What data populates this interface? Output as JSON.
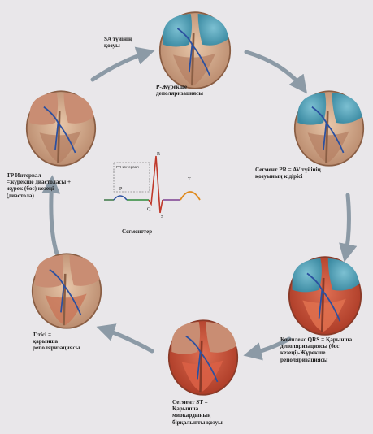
{
  "colors": {
    "background": "#e9e7ea",
    "atria_blue": "#4d9eb4",
    "ventricle_red": "#c9472e",
    "tissue_tan": "#caa184",
    "arrow_gray": "#8c9aa6",
    "conduction_blue": "#2b50a0"
  },
  "stages": [
    {
      "id": "sa",
      "caption": [
        "SA түйінің",
        "қозуы",
        "P-Жүрекше",
        "деполяризациясы"
      ]
    },
    {
      "id": "pr",
      "caption": [
        "Сегмент PR = AV түйінің",
        "қозуының кідірісі"
      ]
    },
    {
      "id": "qrs",
      "caption": [
        "Комплекс QRS = Қарынша",
        "деполяризациясы (бос",
        "кезеңі)-Жүрекше",
        "реполяризациясы"
      ]
    },
    {
      "id": "st",
      "caption": [
        "Сегмент ST =",
        "Қарынша",
        "миокардының",
        "бірқалыпты қозуы"
      ]
    },
    {
      "id": "t",
      "caption": [
        "T тісі =",
        "қарынша",
        "реполяризациясы"
      ]
    },
    {
      "id": "tp",
      "caption": [
        "TP Интервал",
        "=жүрекше диастоласы +",
        "жүрек (бос) кезеңі",
        "(диастола)"
      ]
    }
  ],
  "ecg": {
    "title": "Сегменттер",
    "box_label": "PR Интервал",
    "wave_labels": {
      "p": "P",
      "q": "Q",
      "r": "R",
      "s": "S",
      "t": "T"
    }
  }
}
